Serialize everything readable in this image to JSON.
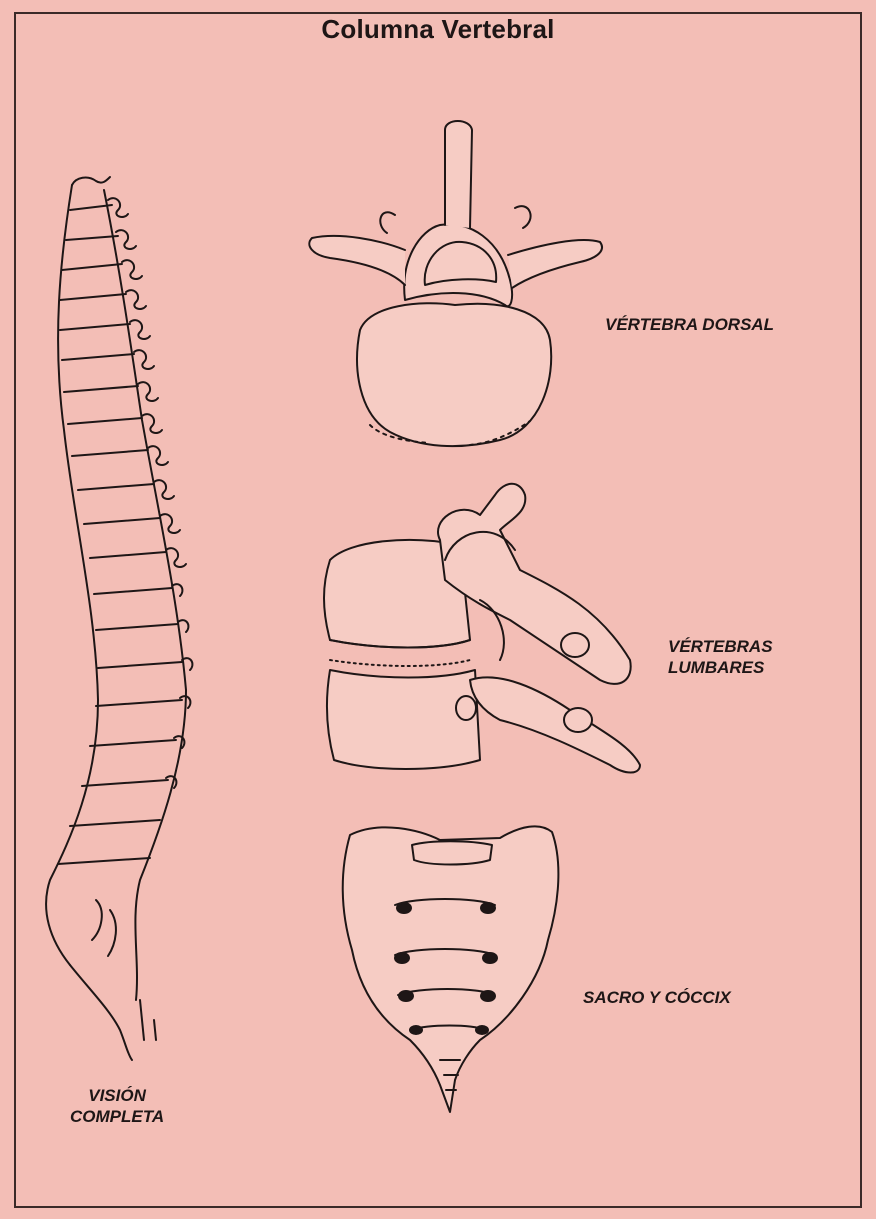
{
  "title": "Columna Vertebral",
  "labels": {
    "dorsal": "VÉRTEBRA DORSAL",
    "lumbares_line1": "VÉRTEBRAS",
    "lumbares_line2": "LUMBARES",
    "sacro": "SACRO Y CÓCCIX",
    "vision_line1": "VISIÓN",
    "vision_line2": "COMPLETA"
  },
  "colors": {
    "background": "#f3beb6",
    "ink": "#1e1616",
    "bone": "#f6ccc4"
  }
}
